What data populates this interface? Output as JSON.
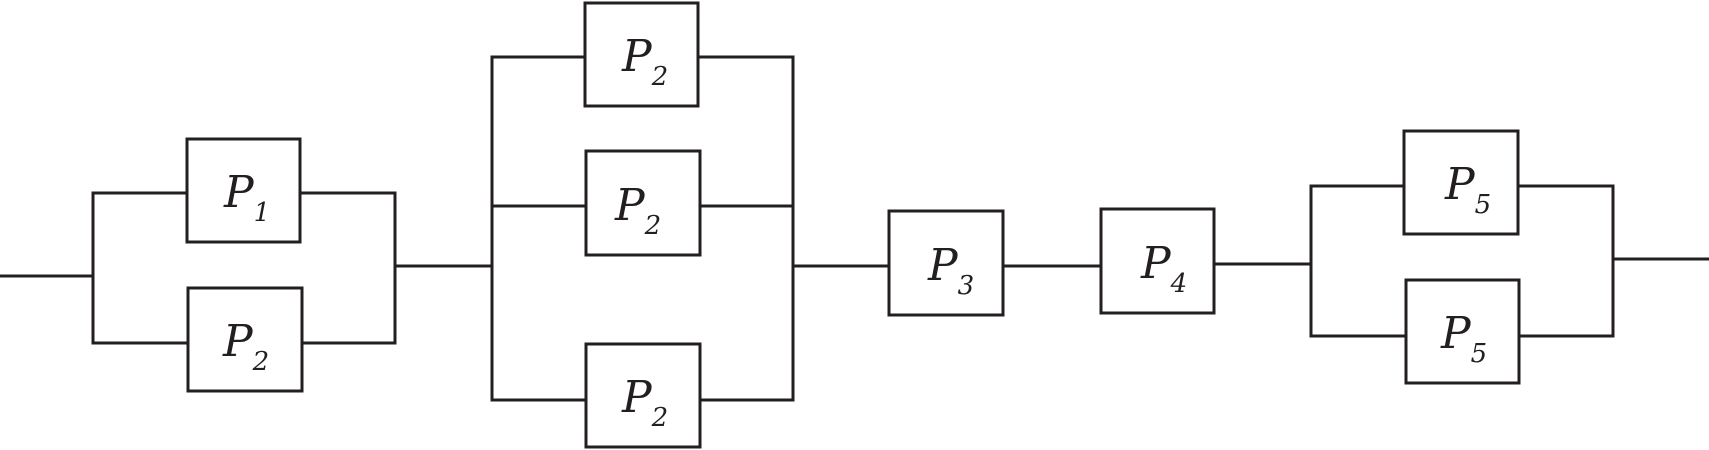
{
  "diagram": {
    "line_color": "#231f20",
    "groups": [
      {
        "name": "parallel-group-1",
        "components": [
          {
            "letter": "P",
            "index": "1"
          },
          {
            "letter": "P",
            "index": "2"
          }
        ]
      },
      {
        "name": "parallel-group-2",
        "components": [
          {
            "letter": "P",
            "index": "2"
          },
          {
            "letter": "P",
            "index": "2"
          },
          {
            "letter": "P",
            "index": "2"
          }
        ]
      },
      {
        "name": "series-component-3",
        "components": [
          {
            "letter": "P",
            "index": "3"
          }
        ]
      },
      {
        "name": "series-component-4",
        "components": [
          {
            "letter": "P",
            "index": "4"
          }
        ]
      },
      {
        "name": "parallel-group-5",
        "components": [
          {
            "letter": "P",
            "index": "5"
          },
          {
            "letter": "P",
            "index": "5"
          }
        ]
      }
    ]
  }
}
